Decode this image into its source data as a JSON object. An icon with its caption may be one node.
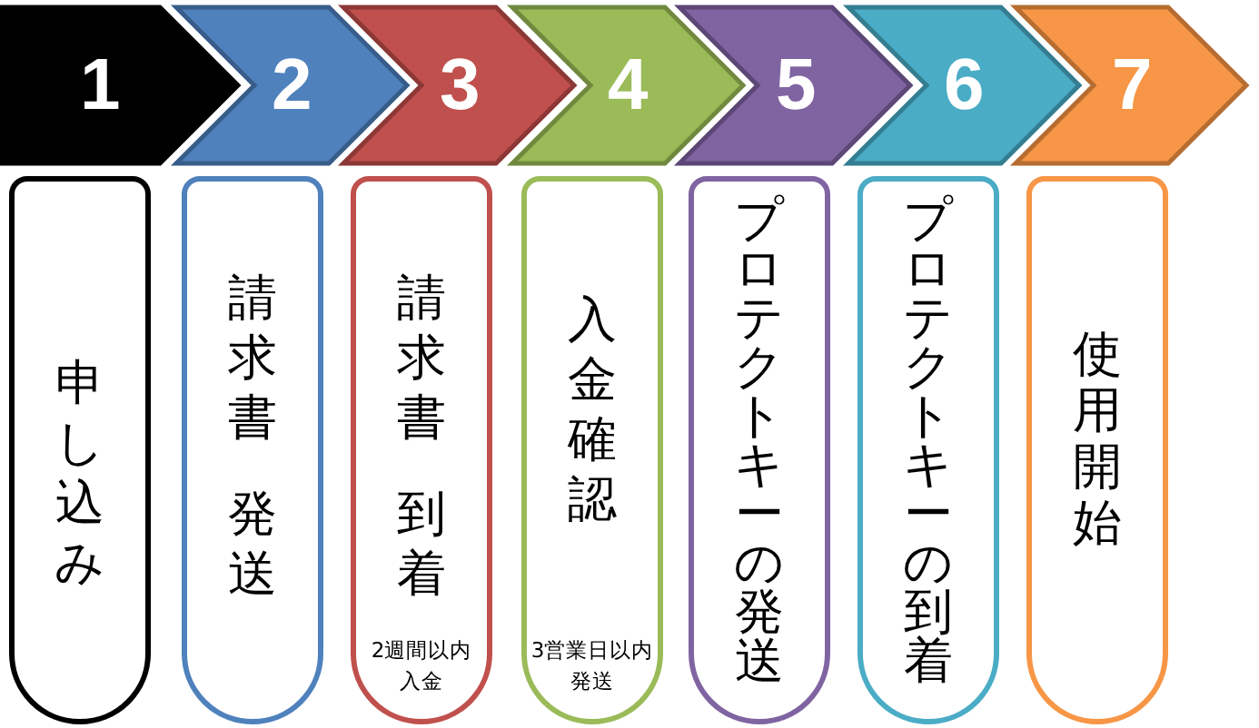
{
  "diagram": {
    "nodes": [
      {
        "text": [
          "1"
        ]
      },
      {
        "text": [
          "2"
        ]
      },
      {
        "text": [
          "3"
        ]
      },
      {
        "text": [
          "4"
        ]
      },
      {
        "text": [
          "5"
        ]
      },
      {
        "text": [
          "6"
        ]
      },
      {
        "text": [
          "7"
        ]
      },
      {
        "text": [
          "申し込み"
        ]
      },
      {
        "text": [
          "請求書",
          "発送"
        ]
      },
      {
        "text": [
          "請求書",
          "到着",
          "2週間以内入金"
        ]
      },
      {
        "text": [
          "入金確認",
          "3営業日以内発送"
        ]
      },
      {
        "text": [
          "プロテクトキーの発送"
        ]
      },
      {
        "text": [
          "プロテクトキーの到着"
        ]
      },
      {
        "text": [
          "使用開始"
        ]
      }
    ]
  }
}
